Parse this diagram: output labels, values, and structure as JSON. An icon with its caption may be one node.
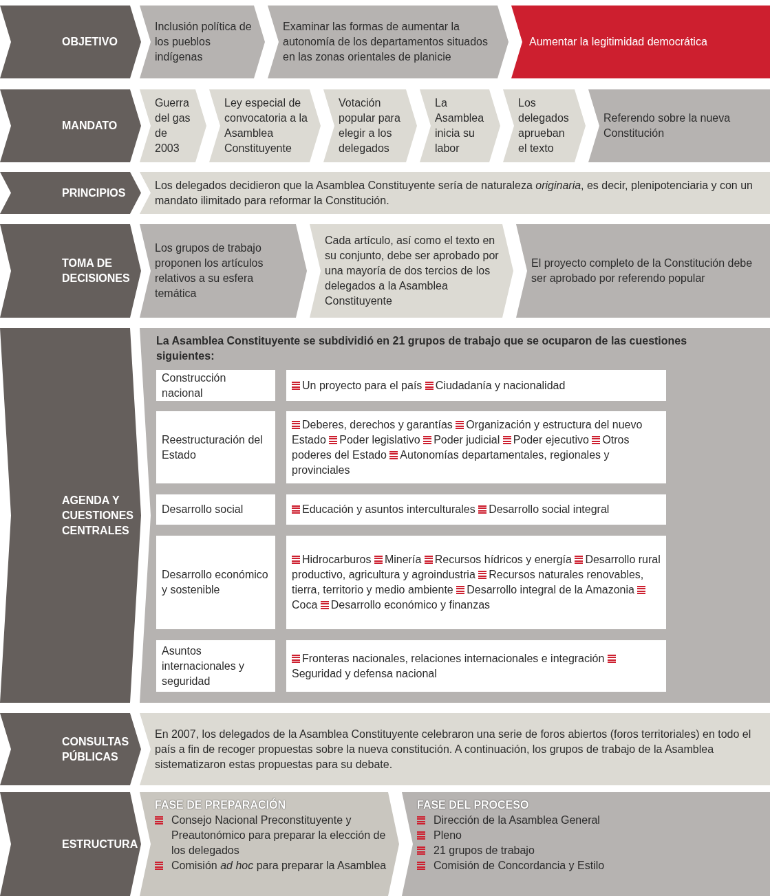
{
  "diagram": {
    "nodes": [
      {
        "text": [
          "OBJETIVO"
        ]
      },
      {
        "text": [
          "Inclusión política de los pueblos indígenas"
        ]
      },
      {
        "text": [
          "Examinar las formas de aumentar la autonomía de los departamentos situados en las zonas orientales de planicie"
        ]
      },
      {
        "text": [
          "Aumentar la legitimidad democrática"
        ]
      },
      {
        "text": [
          "MANDATO"
        ]
      },
      {
        "text": [
          "Guerra del gas de 2003"
        ]
      },
      {
        "text": [
          "Ley especial de convocatoria a la Asamblea Constituyente"
        ]
      },
      {
        "text": [
          "Votación popular para elegir a los delegados"
        ]
      },
      {
        "text": [
          "La Asamblea inicia su labor"
        ]
      },
      {
        "text": [
          "Los delegados aprueban el texto"
        ]
      },
      {
        "text": [
          "Referendo sobre la nueva Constitución"
        ]
      },
      {
        "text": [
          "PRINCIPIOS"
        ]
      },
      {
        "text": [
          "Los delegados decidieron que la Asamblea Constituyente sería de naturaleza *originaria*, es decir, plenipotenciaria y con un mandato ilimitado para reformar la Constitución."
        ]
      },
      {
        "text": [
          "TOMA DE DECISIONES"
        ]
      },
      {
        "text": [
          "Los grupos de trabajo proponen los artículos relativos a su esfera temática"
        ]
      },
      {
        "text": [
          "Cada artículo, así como el texto en su conjunto, debe ser aprobado por una mayoría de dos tercios de los delegados a la Asamblea Constituyente"
        ]
      },
      {
        "text": [
          "El proyecto completo de la Constitución debe ser aprobado por referendo popular"
        ]
      },
      {
        "text": [
          "AGENDA Y CUESTIONES CENTRALES"
        ]
      },
      {
        "text": [
          "La Asamblea Constituyente se subdividió en 21 grupos de trabajo que se ocuparon de las cuestiones siguientes:"
        ]
      },
      {
        "text": [
          "Construcción nacional"
        ],
        "in": 18
      },
      {
        "text": [
          "Un proyecto para el país",
          "Ciudadanía y nacionalidad"
        ],
        "in": 18
      },
      {
        "text": [
          "Reestructuración del Estado"
        ],
        "in": 18
      },
      {
        "text": [
          "Deberes, derechos y garantías",
          "Organización y estructura del nuevo Estado",
          "Poder legislativo",
          "Poder judicial",
          "Poder ejecutivo",
          "Otros poderes del Estado",
          "Autonomías departamentales, regionales y provinciales"
        ],
        "in": 18
      },
      {
        "text": [
          "Desarrollo social"
        ],
        "in": 18
      },
      {
        "text": [
          "Educación y asuntos interculturales",
          "Desarrollo social integral"
        ],
        "in": 18
      },
      {
        "text": [
          "Desarrollo económico y sostenible"
        ],
        "in": 18
      },
      {
        "text": [
          "Hidrocarburos",
          "Minería",
          "Recursos hídricos y energía",
          "Desarrollo rural productivo, agricultura y agroindustria",
          "Recursos naturales renovables, tierra, territorio y medio ambiente",
          "Desarrollo integral de la Amazonia",
          "Coca",
          "Desarrollo económico y finanzas"
        ],
        "in": 18
      },
      {
        "text": [
          "Asuntos internacionales y seguridad"
        ],
        "in": 18
      },
      {
        "text": [
          "Fronteras nacionales, relaciones internacionales e integración",
          "Seguridad y defensa nacional"
        ],
        "in": 18
      },
      {
        "text": [
          "CONSULTAS PÚBLICAS"
        ]
      },
      {
        "text": [
          "En 2007, los delegados de la Asamblea Constituyente celebraron una serie de foros abiertos (foros territoriales) en todo el país a fin de recoger propuestas sobre la nueva constitución. A continuación, los grupos de trabajo de la Asamblea sistematizaron estas propuestas para su debate."
        ]
      },
      {
        "text": [
          "ESTRUCTURA"
        ]
      },
      {
        "text": [
          "FASE DE PREPARACIÓN",
          "Consejo Nacional Preconstituyente y Preautonómico para preparar la elección de los delegados",
          "Comisión *ad hoc* para preparar la Asamblea"
        ]
      },
      {
        "text": [
          "FASE DEL PROCESO",
          "Dirección de la Asamblea General",
          "Pleno",
          "21 grupos de trabajo",
          "Comisión de Concordancia y Estilo"
        ]
      }
    ]
  }
}
